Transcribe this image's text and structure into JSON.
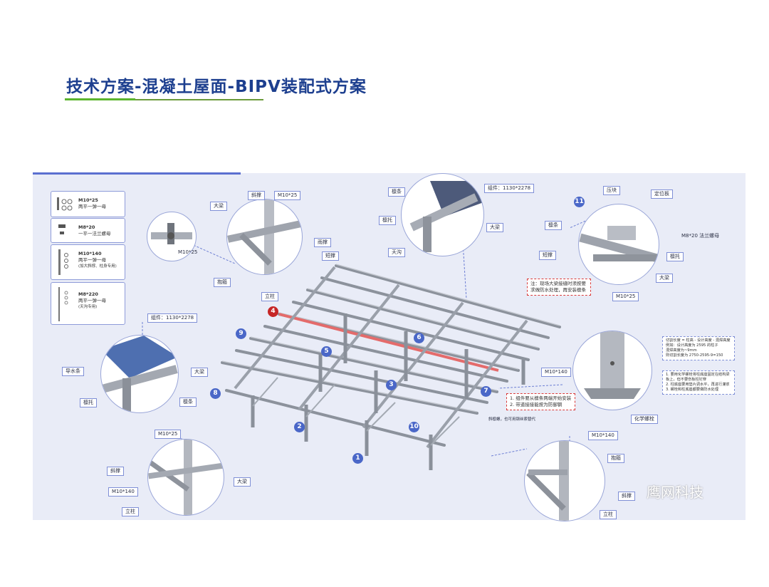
{
  "header": {
    "title": "技术方案-混凝土屋面-BIPV装配式方案"
  },
  "colors": {
    "title": "#1d3f8f",
    "accent_green": "#5cb52e",
    "panel_bg": "#e9ecf7",
    "callout_blue": "#4a67c8",
    "callout_red": "#c62626"
  },
  "bolt_list": [
    {
      "spec": "M10*25",
      "desc": "两平一弹一母",
      "extra": ""
    },
    {
      "spec": "M8*20",
      "desc": "一平一法兰螺母",
      "extra": ""
    },
    {
      "spec": "M10*140",
      "desc": "两平一弹一母",
      "extra": "(加大斜撑、柱身专用)"
    },
    {
      "spec": "M8*220",
      "desc": "两平一弹一母",
      "extra": "(天沟专用)"
    }
  ],
  "labels": {
    "dabeam1": "大梁",
    "xiecheng1": "斜撑",
    "m1025a": "M10*25",
    "m1025b": "M10*25",
    "yucheng": "雨撑",
    "duancheng": "短撑",
    "baogu": "抱箍",
    "lizhu1": "立柱",
    "lintiao1": "檩条",
    "lintuo1": "檩托",
    "zujian1": "组件：1130*2278",
    "dabeam2": "大梁",
    "tiangou": "天沟",
    "yakuai": "压块",
    "dingweiban": "定位板",
    "lintiao2": "檩条",
    "m820": "M8*20 法兰螺母",
    "duancheng2": "短撑",
    "lintuo2": "檩托",
    "dabeam3": "大梁",
    "m1025c": "M10*25",
    "zujian2": "组件：1130*2278",
    "daoshuitiao": "导水条",
    "dabeam4": "大梁",
    "lintuo3": "檩托",
    "lintiao3": "檩条",
    "m10140a": "M10*140",
    "huaxue": "化学螺栓",
    "m1025d": "M10*25",
    "xiecheng2": "斜撑",
    "m10140b": "M10*140",
    "dabeam5": "大梁",
    "lizhu2": "立柱",
    "m10140c": "M10*140",
    "baogu2": "抱箍",
    "xiecheng3": "斜撑",
    "lizhu3": "立柱",
    "bottom_note": "斜檩螺，也可用钢丝索替代"
  },
  "notes": {
    "red_top": "注：现场大梁接缝时须按要求做防水处理，再安装檩条",
    "red_mid_1": "1. 组件要从檩条两端开始安装",
    "red_mid_2": "2. 带道接接能按为防御钢",
    "blue_right_1": "切割长度 = 柱高 - 设计高度 - 混焊高度",
    "blue_right_2": "例如：设计高度为 2595 的柱子",
    "blue_right_3": "混焊高度为~9mm",
    "blue_right_4": "则切割长度为 2750-2595-9=150",
    "blue_right_5": "1. 要用化学螺栓将柱底座固定在结构梁板上，但不要伤板柱钉穿",
    "blue_right_6": "2. 柱底座要用垫片调水平，再进行灌浆",
    "blue_right_7": "3. 螺栓和柱底座都要做防水处理"
  },
  "callouts": [
    "1",
    "2",
    "3",
    "4",
    "5",
    "6",
    "7",
    "8",
    "9",
    "10",
    "11"
  ],
  "watermark": "鹰网科技"
}
